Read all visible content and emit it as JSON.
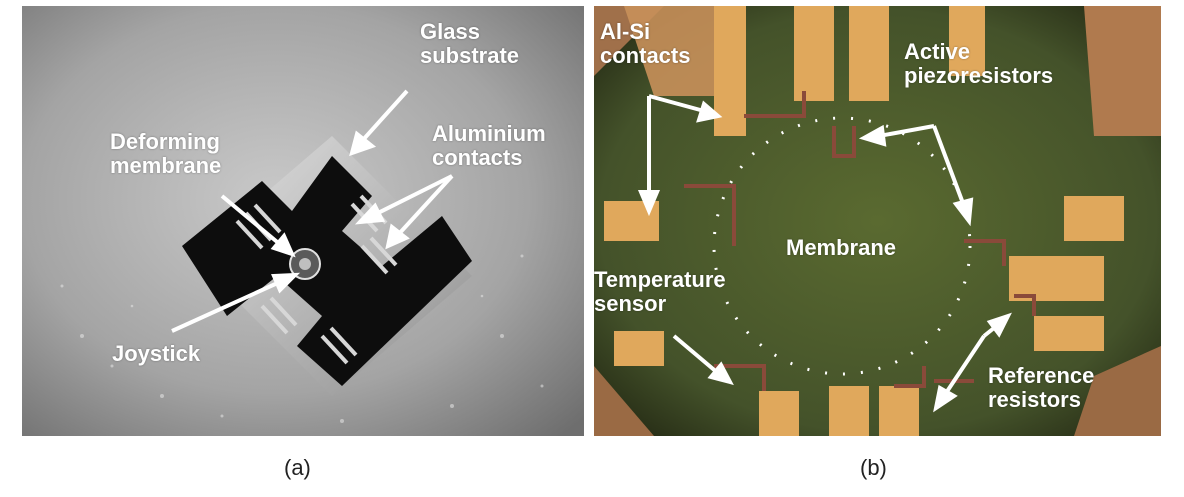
{
  "panel_a": {
    "labels": {
      "glass_substrate_line1": "Glass",
      "glass_substrate_line2": "substrate",
      "aluminium_contacts_line1": "Aluminium",
      "aluminium_contacts_line2": "contacts",
      "deforming_membrane_line1": "Deforming",
      "deforming_membrane_line2": "membrane",
      "joystick": "Joystick"
    },
    "caption": "(a)"
  },
  "panel_b": {
    "labels": {
      "alsi_contacts_line1": "Al-Si",
      "alsi_contacts_line2": "contacts",
      "active_piezoresistors_line1": "Active",
      "active_piezoresistors_line2": "piezoresistors",
      "membrane": "Membrane",
      "temperature_sensor_line1": "Temperature",
      "temperature_sensor_line2": "sensor",
      "reference_resistors_line1": "Reference",
      "reference_resistors_line2": "resistors"
    },
    "caption": "(b)"
  },
  "colors": {
    "label_text": "#ffffff",
    "chip_body": "#0d0d0d",
    "pad_gold": "#e0a85c",
    "die_green": "#4a5a2a",
    "resistor_red": "#8a4a3a"
  }
}
